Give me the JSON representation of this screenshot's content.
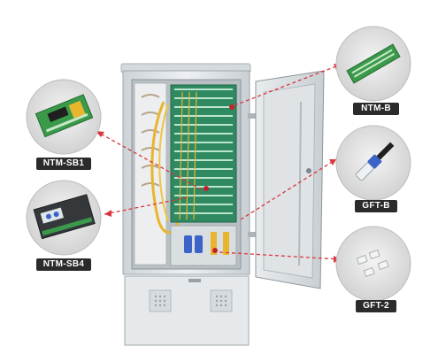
{
  "callouts": {
    "ntm_sb1": "NTM-SB1",
    "ntm_sb4": "NTM-SB4",
    "ntm_b": "NTM-B",
    "gft_b": "GFT-B",
    "gft_2": "GFT-2"
  },
  "colors": {
    "cabinet": "#e3e7ea",
    "panel_green": "#2f8a62",
    "callout_line": "#d9363e",
    "label_bg": "#2b2b2b",
    "label_text": "#ffffff"
  },
  "icons": [
    "ntm-sb1-module-image",
    "ntm-sb4-module-image",
    "ntm-b-module-image",
    "gft-b-connector-image",
    "gft-2-clip-image",
    "fiber-cabinet-image"
  ]
}
